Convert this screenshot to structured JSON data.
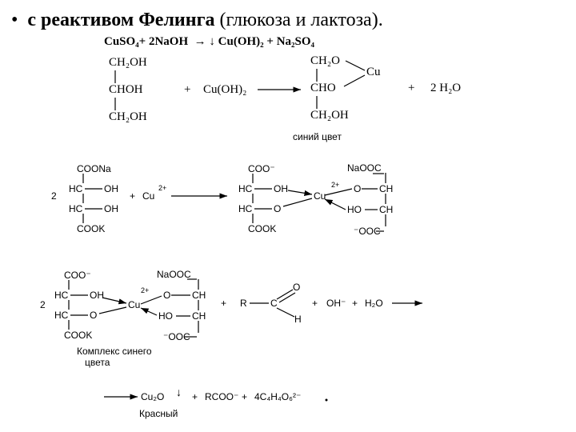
{
  "header": {
    "bullet": "•",
    "bold_text": "с реактивом Фелинга",
    "rest_text": " (глюкоза и лактоза)."
  },
  "eq0": {
    "left": "CuSO₄+ 2NaOH",
    "right": "Cu(OH)₂ + Na₂SO₄"
  },
  "glycerol": {
    "c1": "CH₂OH",
    "c2": "CHOH",
    "c3": "CH₂OH",
    "plus": "+",
    "reagent": "Cu(OH)₂",
    "p_c1": "CH₂O",
    "p_c2": "CHO",
    "p_c3": "CH₂OH",
    "cu": "Cu",
    "plus2": "+",
    "water": "2 H₂O",
    "note": "синий цвет"
  },
  "tartrate": {
    "coef": "2",
    "coona": "COONa",
    "hc1": "HC",
    "oh1": "OH",
    "hc2": "HC",
    "oh2": "OH",
    "cook": "COOK",
    "plus": "+",
    "cu": "Cu",
    "charge": "2+",
    "p_coo": "COO⁻",
    "p_hc1": "HC",
    "p_oh": "OH",
    "p_hc2": "HC",
    "p_o": "O",
    "p_cook": "COOK",
    "p_cu": "Cu",
    "p_charge": "2+",
    "r_naooc": "NaOOC",
    "r_o": "O",
    "r_ch1": "CH",
    "r_ho": "HO",
    "r_ch2": "CH",
    "r_ooc": "⁻OOC"
  },
  "aldehyde": {
    "coef": "2",
    "coo": "COO⁻",
    "hc1": "HC",
    "oh": "OH",
    "hc2": "HC",
    "o": "O",
    "cook": "COOK",
    "cu": "Cu",
    "charge": "2+",
    "naooc": "NaOOC",
    "r_o": "O",
    "r_ch1": "CH",
    "r_ho": "HO",
    "r_ch2": "CH",
    "r_ooc": "⁻OOC",
    "plus": "+",
    "r": "R",
    "c": "C",
    "ao": "O",
    "h": "H",
    "plus2": "+",
    "oh_ion": "OH⁻",
    "plus3": "+",
    "h2o": "H₂O",
    "note1": "Комплекс синего",
    "note2": "цвета"
  },
  "final": {
    "cu2o": "Cu₂O",
    "plus": "+",
    "rcoo": "RCOO⁻",
    "plus2": "+",
    "tartrate": "4C₄H₄O₆²⁻",
    "note": "Красный"
  }
}
